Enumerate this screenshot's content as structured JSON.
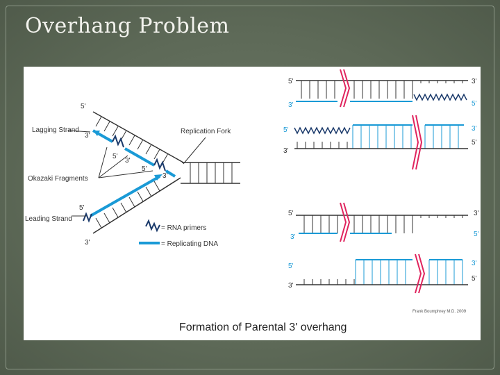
{
  "slide": {
    "title": "Overhang Problem"
  },
  "fork_diagram": {
    "end_5_top": "5'",
    "end_3_top": "3'",
    "lagging_strand": "Lagging Strand",
    "replication_fork": "Replication Fork",
    "okazaki_fragments": "Okazaki Fragments",
    "leading_strand": "Leading Strand",
    "end_5_mid1": "5'",
    "end_3_mid1": "3'",
    "end_5_mid2": "5'",
    "end_3_mid2": "3'",
    "end_5_leading": "5'",
    "end_3_bottom": "3'",
    "legend_rna": "= RNA primers",
    "legend_dna": "= Replicating DNA"
  },
  "overhang_diagram": {
    "panel1": {
      "top_left": "5'",
      "top_right": "3'",
      "bottom_left": "3'",
      "bottom_right": "5'"
    },
    "panel2": {
      "top_left": "5'",
      "top_right": "3'",
      "bottom_left": "3'",
      "bottom_right": "5'"
    },
    "panel3": {
      "top_left": "5'",
      "top_right": "3'",
      "bottom_left": "3'",
      "bottom_right": "5'"
    },
    "panel4": {
      "top_left": "5'",
      "top_right": "3'",
      "bottom_left": "3'",
      "bottom_right": "5'"
    }
  },
  "credit": "Frank Boumphrey M.D. 2009",
  "caption": "Formation of Parental 3' overhang",
  "colors": {
    "blue": "#1a9ad6",
    "red": "#e0245e",
    "ink": "#333333"
  }
}
